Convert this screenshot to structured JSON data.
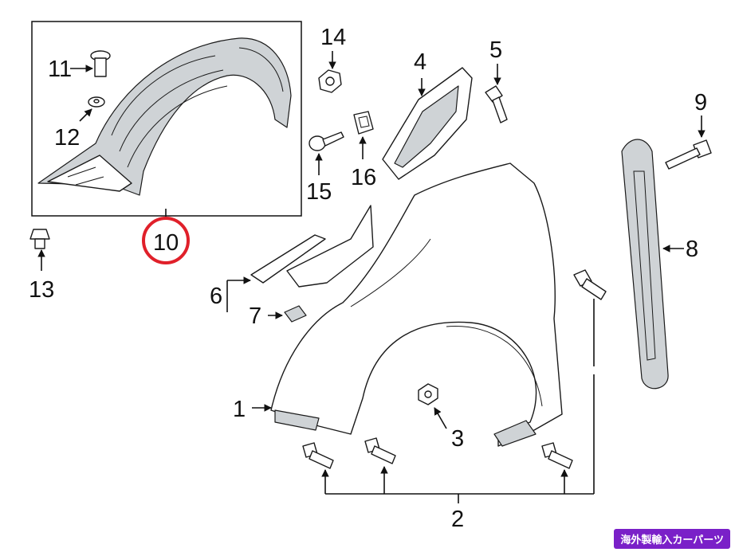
{
  "diagram": {
    "callouts": {
      "c1": "1",
      "c2": "2",
      "c3": "3",
      "c4": "4",
      "c5": "5",
      "c6": "6",
      "c7": "7",
      "c8": "8",
      "c9": "9",
      "c10": "10",
      "c11": "11",
      "c12": "12",
      "c13": "13",
      "c14": "14",
      "c15": "15",
      "c16": "16"
    },
    "highlighted_callout": "10",
    "highlight_color": "#e0202a",
    "shade_color": "#cfd3d6"
  },
  "watermark": {
    "text": "海外製輸入カーパーツ",
    "color": "#7a20c8"
  }
}
